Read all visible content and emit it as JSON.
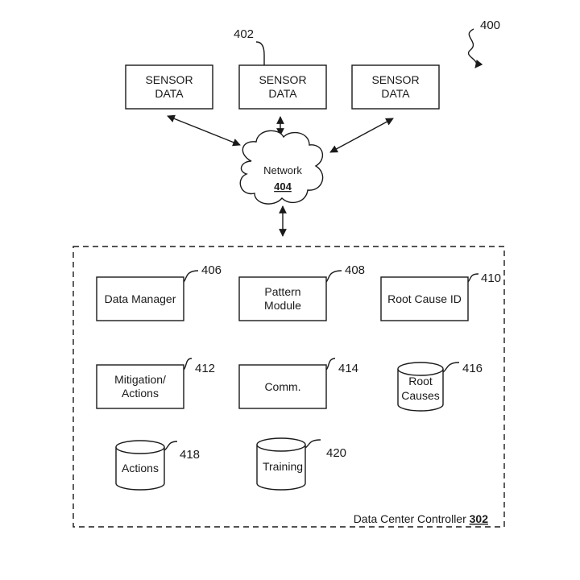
{
  "figure_number": "400",
  "sensors": {
    "ref": "402",
    "items": [
      {
        "line1": "SENSOR",
        "line2": "DATA"
      },
      {
        "line1": "SENSOR",
        "line2": "DATA"
      },
      {
        "line1": "SENSOR",
        "line2": "DATA"
      }
    ]
  },
  "network": {
    "label": "Network",
    "ref": "404"
  },
  "controller": {
    "label": "Data Center Controller",
    "ref": "302"
  },
  "modules": {
    "data_manager": {
      "label": "Data Manager",
      "ref": "406"
    },
    "pattern_module": {
      "line1": "Pattern",
      "line2": "Module",
      "ref": "408"
    },
    "root_cause_id": {
      "label": "Root Cause ID",
      "ref": "410"
    },
    "mitigation": {
      "line1": "Mitigation/",
      "line2": "Actions",
      "ref": "412"
    },
    "comm": {
      "label": "Comm.",
      "ref": "414"
    }
  },
  "databases": {
    "root_causes": {
      "line1": "Root",
      "line2": "Causes",
      "ref": "416"
    },
    "actions": {
      "label": "Actions",
      "ref": "418"
    },
    "training": {
      "label": "Training",
      "ref": "420"
    }
  }
}
